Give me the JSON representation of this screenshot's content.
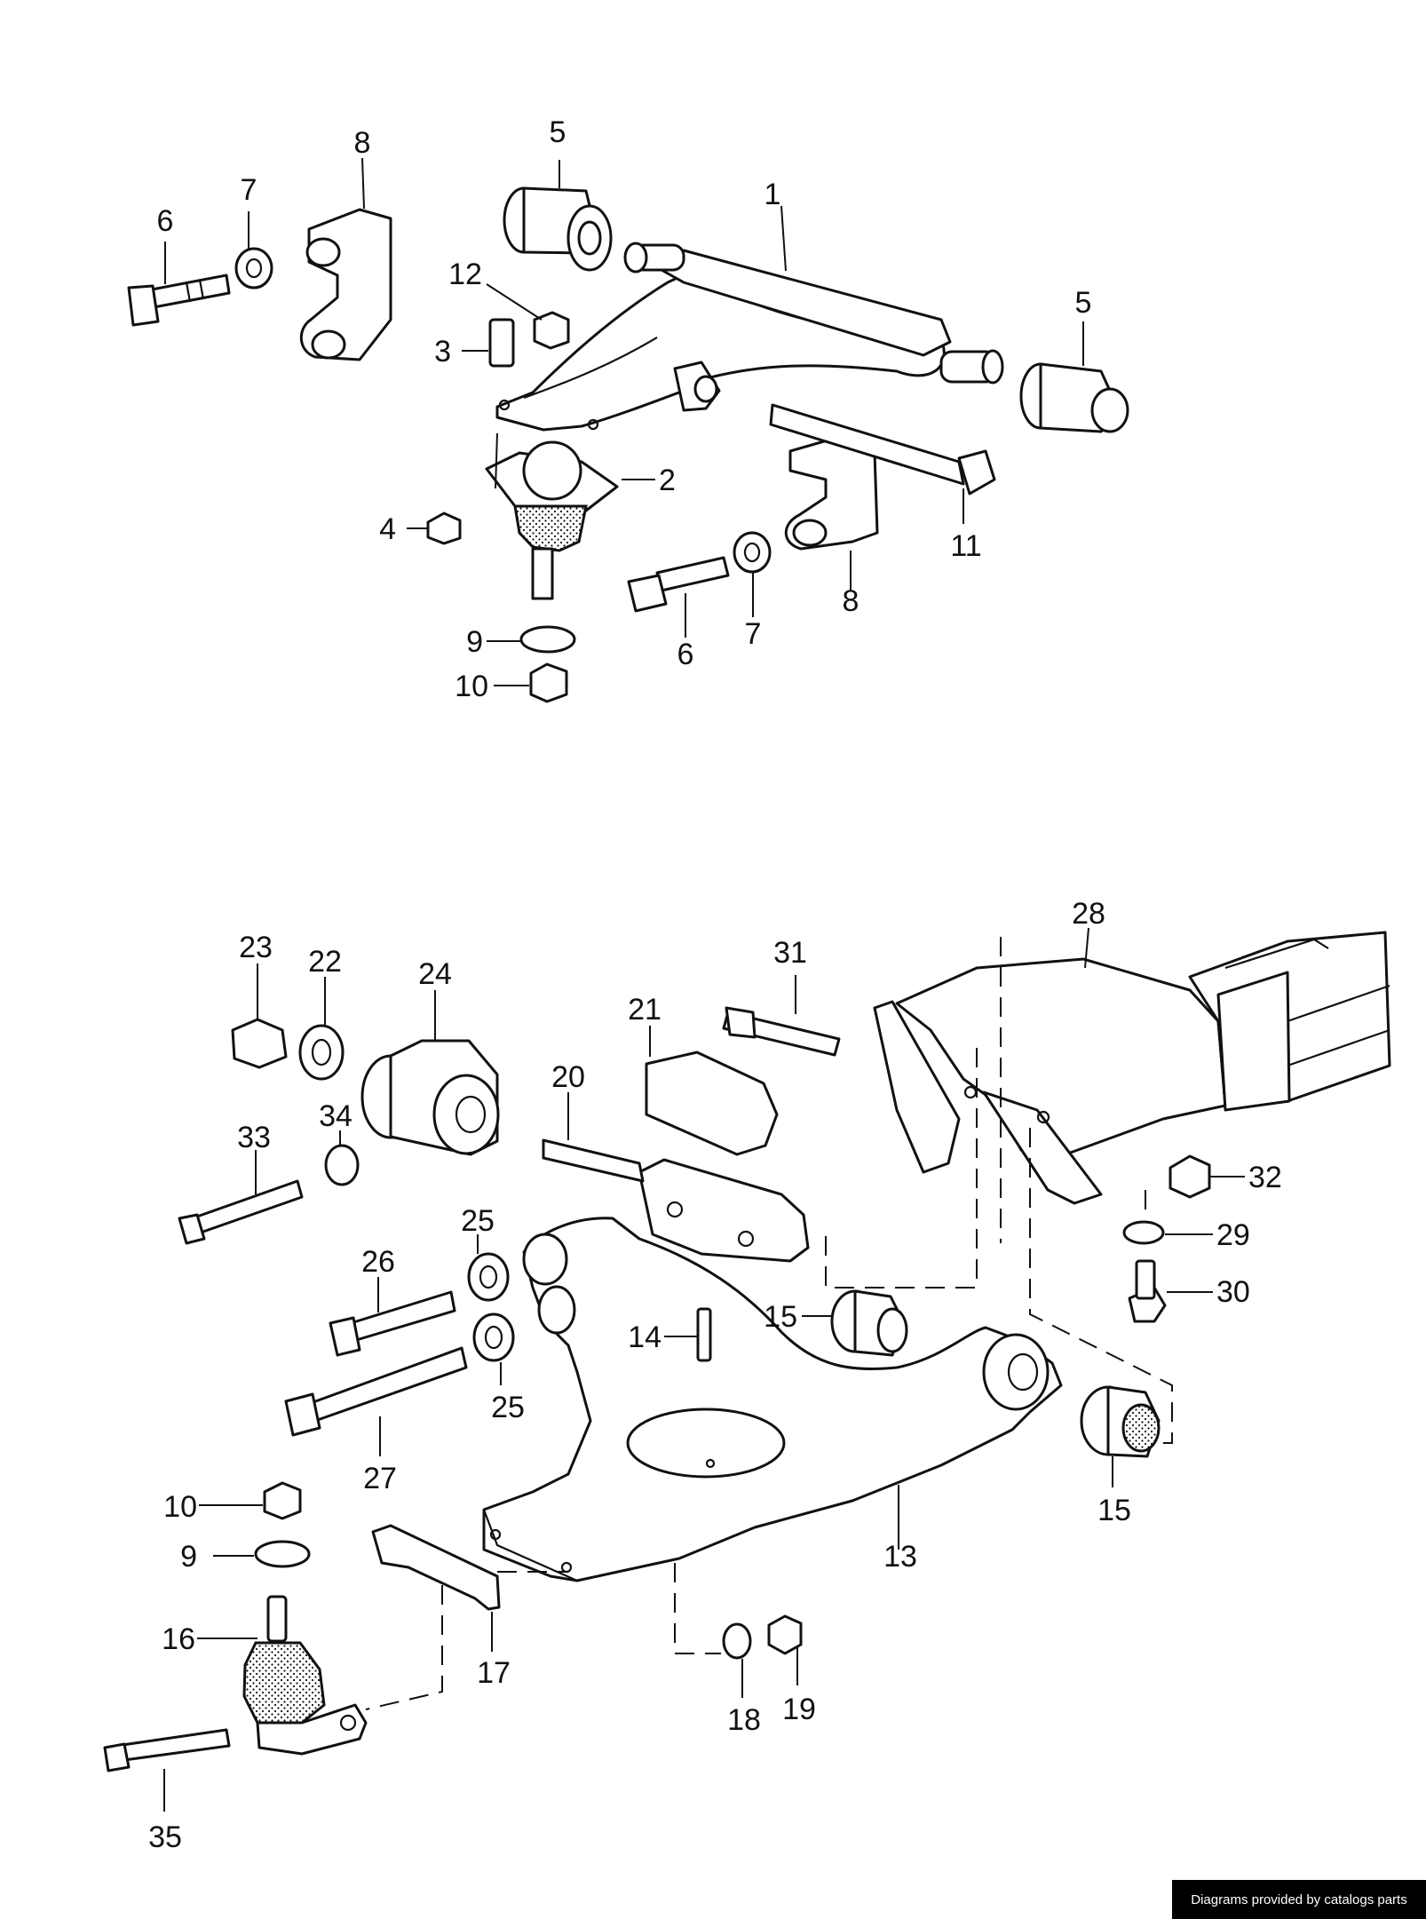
{
  "diagram": {
    "upper_callouts": [
      "1",
      "2",
      "3",
      "4",
      "5",
      "5",
      "6",
      "6",
      "7",
      "7",
      "8",
      "8",
      "9",
      "10",
      "11",
      "12"
    ],
    "lower_callouts": [
      "9",
      "10",
      "13",
      "14",
      "15",
      "15",
      "16",
      "17",
      "18",
      "19",
      "20",
      "21",
      "22",
      "23",
      "24",
      "25",
      "25",
      "26",
      "27",
      "28",
      "29",
      "30",
      "31",
      "32",
      "33",
      "34",
      "35"
    ]
  },
  "footer": {
    "credit": "Diagrams provided by catalogs parts"
  }
}
